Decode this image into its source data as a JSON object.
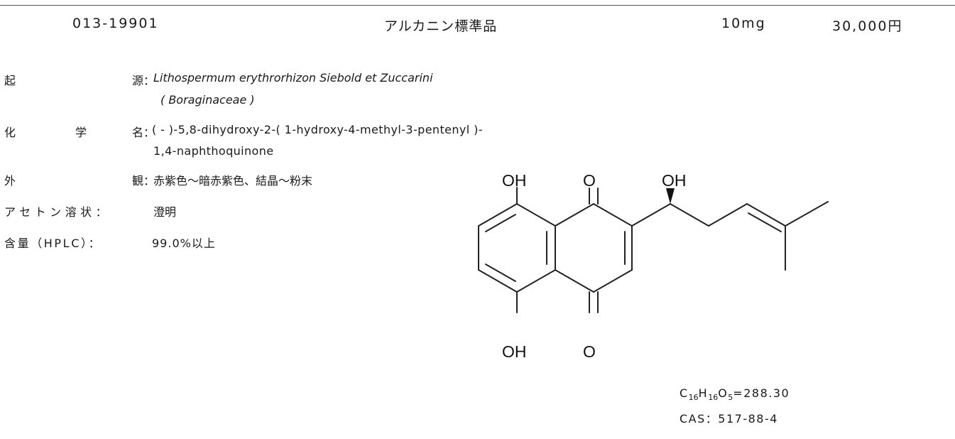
{
  "header": {
    "code": "013-19901",
    "name": "アルカニン標準品",
    "quantity": "10mg",
    "price": "30,000円"
  },
  "specs": {
    "origin": {
      "label_a": "起",
      "label_b": "源：",
      "line1": "Lithospermum erythrorhizon Siebold et Zuccarini",
      "line2": "( Boraginaceae )"
    },
    "chemical_name": {
      "label_a": "化",
      "label_b": "学",
      "label_c": "名：",
      "line1": "( - )-5,8-dihydroxy-2-( 1-hydroxy-4-methyl-3-pentenyl )-",
      "line2": "1,4-naphthoquinone"
    },
    "appearance": {
      "label_a": "外",
      "label_b": "観：",
      "value": "赤紫色～暗赤紫色、結晶～粉末"
    },
    "acetone_solubility": {
      "label": "アセトン溶状：",
      "value": "澄明"
    },
    "content": {
      "label": "含量（HPLC）：",
      "value": "99.0%以上"
    }
  },
  "structure": {
    "atoms": {
      "oh_top_left": "OH",
      "o_top": "O",
      "oh_side": "OH",
      "oh_bottom": "OH",
      "o_bottom": "O"
    }
  },
  "formula": {
    "c": "C",
    "c_n": "16",
    "h": "H",
    "h_n": "16",
    "o": "O",
    "o_n": "5",
    "mw": "=288.30"
  },
  "cas": "CAS：517-88-4"
}
